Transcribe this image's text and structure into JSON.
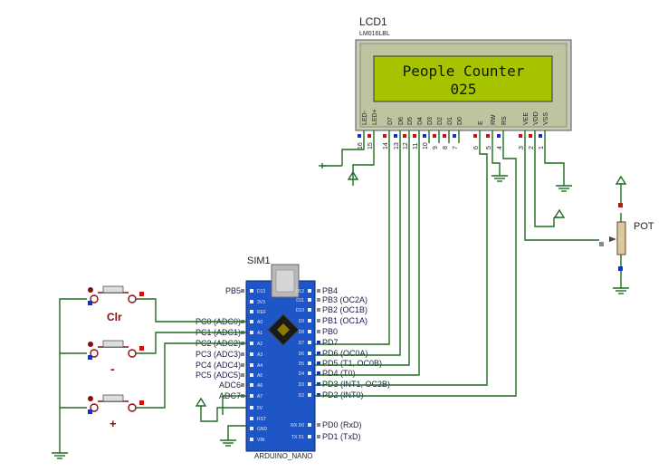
{
  "lcd": {
    "designator": "LCD1",
    "part": "LM016LBL",
    "line1": "People Counter",
    "line2": "025",
    "pin_labels": [
      "LED-",
      "LED+",
      "D7",
      "D6",
      "D5",
      "D4",
      "D3",
      "D2",
      "D1",
      "D0",
      "E",
      "RW",
      "RS",
      "VEE",
      "VDD",
      "VSS"
    ],
    "pin_numbers": [
      "16",
      "15",
      "14",
      "13",
      "12",
      "11",
      "10",
      "9",
      "8",
      "7",
      "6",
      "5",
      "4",
      "3",
      "2",
      "1"
    ]
  },
  "pot": {
    "label": "POT"
  },
  "arduino": {
    "designator": "SIM1",
    "part": "ARDUINO_NANO",
    "left_labels": [
      "PB5",
      "PC0 (ADC0)",
      "PC1 (ADC1)",
      "PC2 (ADC2)",
      "PC3 (ADC3)",
      "PC4 (ADC4)",
      "PC5 (ADC5)",
      "ADC6",
      "ADC7"
    ],
    "right_labels": [
      "PB4",
      "PB3 (OC2A)",
      "PB2 (OC1B)",
      "PB1 (OC1A)",
      "PB0",
      "PD7",
      "PD6 (OC0A)",
      "PD5 (T1, OC0B)",
      "PD4 (T0)",
      "PD3 (INT1, OC2B)",
      "PD2 (INT0)",
      "PD0 (RxD)",
      "PD1 (TxD)"
    ],
    "inner_left": [
      "D13",
      "3V3",
      "REF",
      "A0",
      "A1",
      "A2",
      "A3",
      "A4",
      "A5",
      "A6",
      "A7",
      "5V",
      "RST",
      "GND",
      "VIN"
    ],
    "inner_right": [
      "D12",
      "D11",
      "D10",
      "D9",
      "D8",
      "D7",
      "D6",
      "D5",
      "D4",
      "D3",
      "D2",
      "",
      "RX D0",
      "TX D1"
    ]
  },
  "buttons": [
    {
      "label": "Clr"
    },
    {
      "label": "-"
    },
    {
      "label": "+"
    }
  ],
  "colors": {
    "wire": "#1f6b1f",
    "lcd_screen": "#a6c400",
    "lcd_frame": "#bfc8a8",
    "board": "#1e56c8",
    "pin_red": "#cc1010",
    "pin_blue": "#1030d0",
    "text_dark": "#1a1a4a",
    "label_red": "#8a0d0d"
  }
}
